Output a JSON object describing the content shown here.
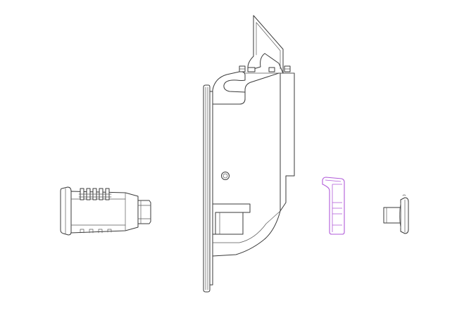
{
  "drawing": {
    "background": "#ffffff",
    "line_color": "#3a3a3a",
    "highlight_color": "#b05ad8",
    "parts": [
      {
        "name": "lock-cylinder"
      },
      {
        "name": "latch-body"
      },
      {
        "name": "latch-pawl"
      },
      {
        "name": "plunger-pin"
      }
    ]
  }
}
